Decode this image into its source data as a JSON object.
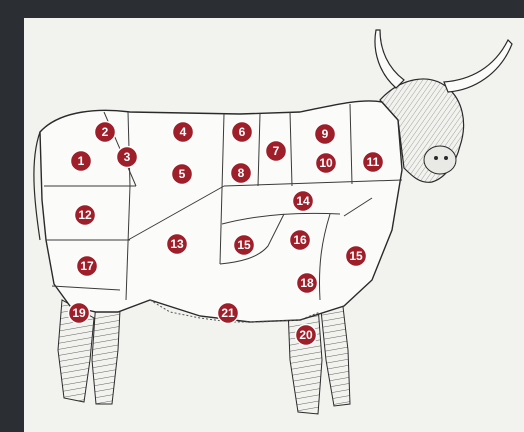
{
  "markers": [
    {
      "id": "1",
      "label": "1"
    },
    {
      "id": "2",
      "label": "2"
    },
    {
      "id": "3",
      "label": "3"
    },
    {
      "id": "4",
      "label": "4"
    },
    {
      "id": "5",
      "label": "5"
    },
    {
      "id": "6",
      "label": "6"
    },
    {
      "id": "7",
      "label": "7"
    },
    {
      "id": "8",
      "label": "8"
    },
    {
      "id": "9",
      "label": "9"
    },
    {
      "id": "10",
      "label": "10"
    },
    {
      "id": "11",
      "label": "11"
    },
    {
      "id": "12",
      "label": "12"
    },
    {
      "id": "13",
      "label": "13"
    },
    {
      "id": "14",
      "label": "14"
    },
    {
      "id": "15a",
      "label": "15"
    },
    {
      "id": "15b",
      "label": "15"
    },
    {
      "id": "16",
      "label": "16"
    },
    {
      "id": "17",
      "label": "17"
    },
    {
      "id": "18",
      "label": "18"
    },
    {
      "id": "19",
      "label": "19"
    },
    {
      "id": "20",
      "label": "20"
    },
    {
      "id": "21",
      "label": "21"
    }
  ],
  "colors": {
    "marker": "#9e1f2a",
    "frame": "#2b2f33",
    "paper": "#f2f2ef",
    "ink": "#2a2a2a"
  }
}
